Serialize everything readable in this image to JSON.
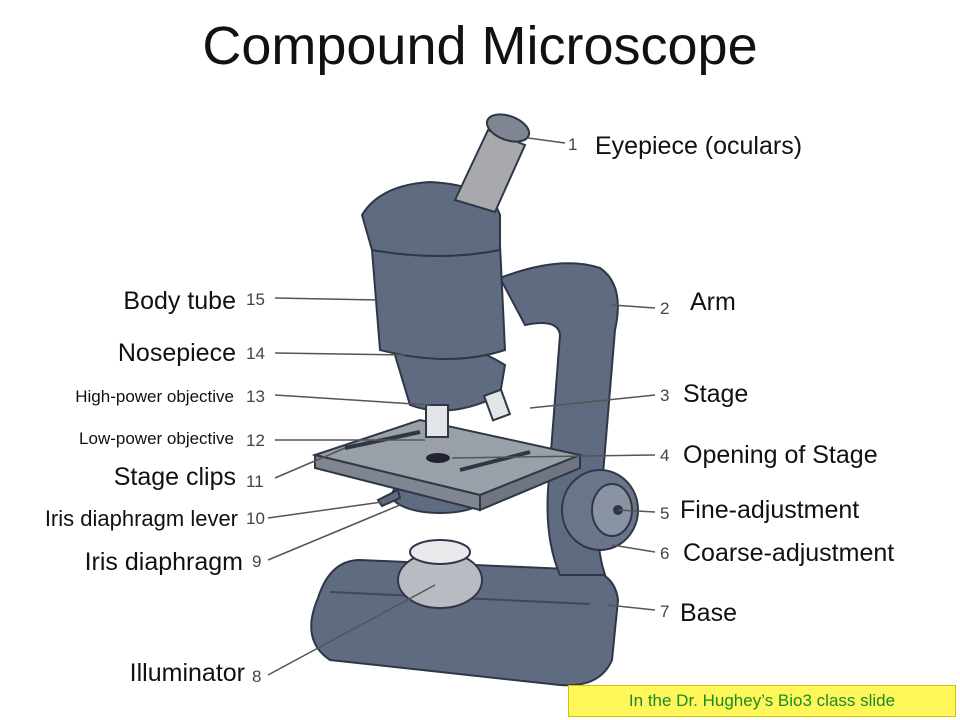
{
  "title": "Compound Microscope",
  "credit": "In the Dr. Hughey’s Bio3 class slide",
  "colors": {
    "body": "#5f6b80",
    "body_dark": "#3e485a",
    "stage": "#9aa0a8",
    "tube": "#a7a9ac",
    "leader": "#555555",
    "credit_bg": "#fff75a",
    "credit_text": "#1a8a2a"
  },
  "parts": [
    {
      "number": "1",
      "label": "Eyepiece (oculars)"
    },
    {
      "number": "2",
      "label": "Arm"
    },
    {
      "number": "3",
      "label": "Stage"
    },
    {
      "number": "4",
      "label": "Opening of Stage"
    },
    {
      "number": "5",
      "label": "Fine-adjustment"
    },
    {
      "number": "6",
      "label": "Coarse-adjustment"
    },
    {
      "number": "7",
      "label": "Base"
    },
    {
      "number": "8",
      "label": "Illuminator"
    },
    {
      "number": "9",
      "label": "Iris diaphragm"
    },
    {
      "number": "10",
      "label": "Iris diaphragm lever"
    },
    {
      "number": "11",
      "label": "Stage clips"
    },
    {
      "number": "12",
      "label": "Low-power objective"
    },
    {
      "number": "13",
      "label": "High-power objective"
    },
    {
      "number": "14",
      "label": "Nosepiece"
    },
    {
      "number": "15",
      "label": "Body tube"
    }
  ]
}
